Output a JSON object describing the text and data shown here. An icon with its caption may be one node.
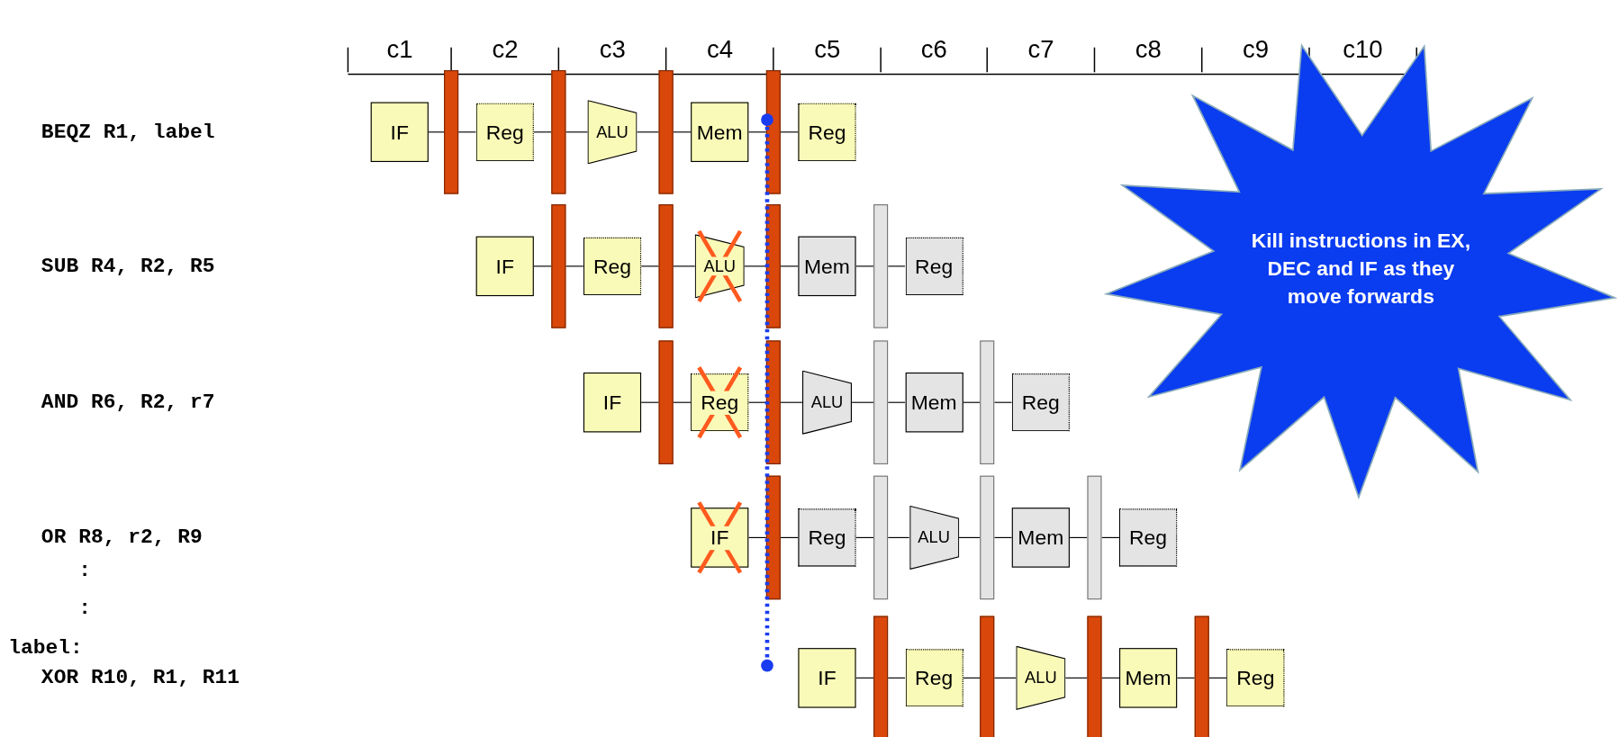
{
  "diagram": {
    "nodes": [
      {
        "text": [
          "IF"
        ]
      },
      {
        "text": [],
        "shape": "bar"
      },
      {
        "text": [
          "Reg"
        ]
      },
      {
        "text": [],
        "shape": "bar"
      },
      {
        "text": [
          "ALU"
        ]
      },
      {
        "text": [],
        "shape": "bar"
      },
      {
        "text": [
          "Mem"
        ]
      },
      {
        "text": [],
        "shape": "bar"
      },
      {
        "text": [
          "Reg"
        ]
      },
      {
        "text": [
          "IF"
        ]
      },
      {
        "text": [],
        "shape": "bar"
      },
      {
        "text": [
          "Reg"
        ]
      },
      {
        "text": [],
        "shape": "bar"
      },
      {
        "text": [
          "ALU"
        ]
      },
      {
        "text": [],
        "shape": "bar"
      },
      {
        "text": [
          "Mem"
        ]
      },
      {
        "text": [],
        "shape": "bar"
      },
      {
        "text": [
          "Reg"
        ]
      },
      {
        "text": [
          "IF"
        ]
      },
      {
        "text": [],
        "shape": "bar"
      },
      {
        "text": [
          "Reg"
        ]
      },
      {
        "text": [],
        "shape": "bar"
      },
      {
        "text": [
          "ALU"
        ]
      },
      {
        "text": [],
        "shape": "bar"
      },
      {
        "text": [
          "Mem"
        ]
      },
      {
        "text": [],
        "shape": "bar"
      },
      {
        "text": [
          "Reg"
        ]
      },
      {
        "text": [
          "IF"
        ]
      },
      {
        "text": [],
        "shape": "bar"
      },
      {
        "text": [
          "Reg"
        ]
      },
      {
        "text": [],
        "shape": "bar"
      },
      {
        "text": [
          "ALU"
        ]
      },
      {
        "text": [],
        "shape": "bar"
      },
      {
        "text": [
          "Mem"
        ]
      },
      {
        "text": [],
        "shape": "bar"
      },
      {
        "text": [
          "Reg"
        ]
      },
      {
        "text": [
          "IF"
        ]
      },
      {
        "text": [],
        "shape": "bar"
      },
      {
        "text": [
          "Reg"
        ]
      },
      {
        "text": [],
        "shape": "bar"
      },
      {
        "text": [
          "ALU"
        ]
      },
      {
        "text": [],
        "shape": "bar"
      },
      {
        "text": [
          "Mem"
        ]
      },
      {
        "text": [],
        "shape": "bar"
      },
      {
        "text": [
          "Reg"
        ]
      },
      {
        "text": [
          "Kill instructions in EX, DEC and IF as they move forwards"
        ]
      }
    ],
    "edges": [
      {
        "from": 0,
        "to": 1,
        "arrow": "none"
      },
      {
        "from": 1,
        "to": 2,
        "arrow": "none"
      },
      {
        "from": 2,
        "to": 3,
        "arrow": "none"
      },
      {
        "from": 3,
        "to": 4,
        "arrow": "none"
      },
      {
        "from": 4,
        "to": 5,
        "arrow": "none"
      },
      {
        "from": 5,
        "to": 6,
        "arrow": "none"
      },
      {
        "from": 6,
        "to": 7,
        "arrow": "none"
      },
      {
        "from": 7,
        "to": 8,
        "arrow": "none"
      },
      {
        "from": 9,
        "to": 10,
        "arrow": "none"
      },
      {
        "from": 10,
        "to": 11,
        "arrow": "none"
      },
      {
        "from": 11,
        "to": 12,
        "arrow": "none"
      },
      {
        "from": 12,
        "to": 13,
        "arrow": "none"
      },
      {
        "from": 13,
        "to": 14,
        "arrow": "none"
      },
      {
        "from": 14,
        "to": 15,
        "arrow": "none"
      },
      {
        "from": 15,
        "to": 16,
        "arrow": "none"
      },
      {
        "from": 16,
        "to": 17,
        "arrow": "none"
      },
      {
        "from": 18,
        "to": 19,
        "arrow": "none"
      },
      {
        "from": 19,
        "to": 20,
        "arrow": "none"
      },
      {
        "from": 20,
        "to": 21,
        "arrow": "none"
      },
      {
        "from": 21,
        "to": 22,
        "arrow": "none"
      },
      {
        "from": 22,
        "to": 23,
        "arrow": "none"
      },
      {
        "from": 23,
        "to": 24,
        "arrow": "none"
      },
      {
        "from": 24,
        "to": 25,
        "arrow": "none"
      },
      {
        "from": 25,
        "to": 26,
        "arrow": "none"
      },
      {
        "from": 27,
        "to": 28,
        "arrow": "none"
      },
      {
        "from": 28,
        "to": 29,
        "arrow": "none"
      },
      {
        "from": 29,
        "to": 30,
        "arrow": "none"
      },
      {
        "from": 30,
        "to": 31,
        "arrow": "none"
      },
      {
        "from": 31,
        "to": 32,
        "arrow": "none"
      },
      {
        "from": 32,
        "to": 33,
        "arrow": "none"
      },
      {
        "from": 33,
        "to": 34,
        "arrow": "none"
      },
      {
        "from": 34,
        "to": 35,
        "arrow": "none"
      },
      {
        "from": 36,
        "to": 37,
        "arrow": "none"
      },
      {
        "from": 37,
        "to": 38,
        "arrow": "none"
      },
      {
        "from": 38,
        "to": 39,
        "arrow": "none"
      },
      {
        "from": 39,
        "to": 40,
        "arrow": "none"
      },
      {
        "from": 40,
        "to": 41,
        "arrow": "none"
      },
      {
        "from": 41,
        "to": 42,
        "arrow": "none"
      },
      {
        "from": 42,
        "to": 43,
        "arrow": "none"
      },
      {
        "from": 43,
        "to": 44,
        "arrow": "none"
      }
    ],
    "labels": [
      "c1",
      "c2",
      "c3",
      "c4",
      "c5",
      "c6",
      "c7",
      "c8",
      "c9",
      "c10",
      "BEQZ R1, label",
      "SUB R4, R2, R5",
      "AND R6, R2, r7",
      "OR R8, r2, R9",
      ":",
      ":",
      "label:",
      "XOR R10, R1, R11"
    ]
  }
}
